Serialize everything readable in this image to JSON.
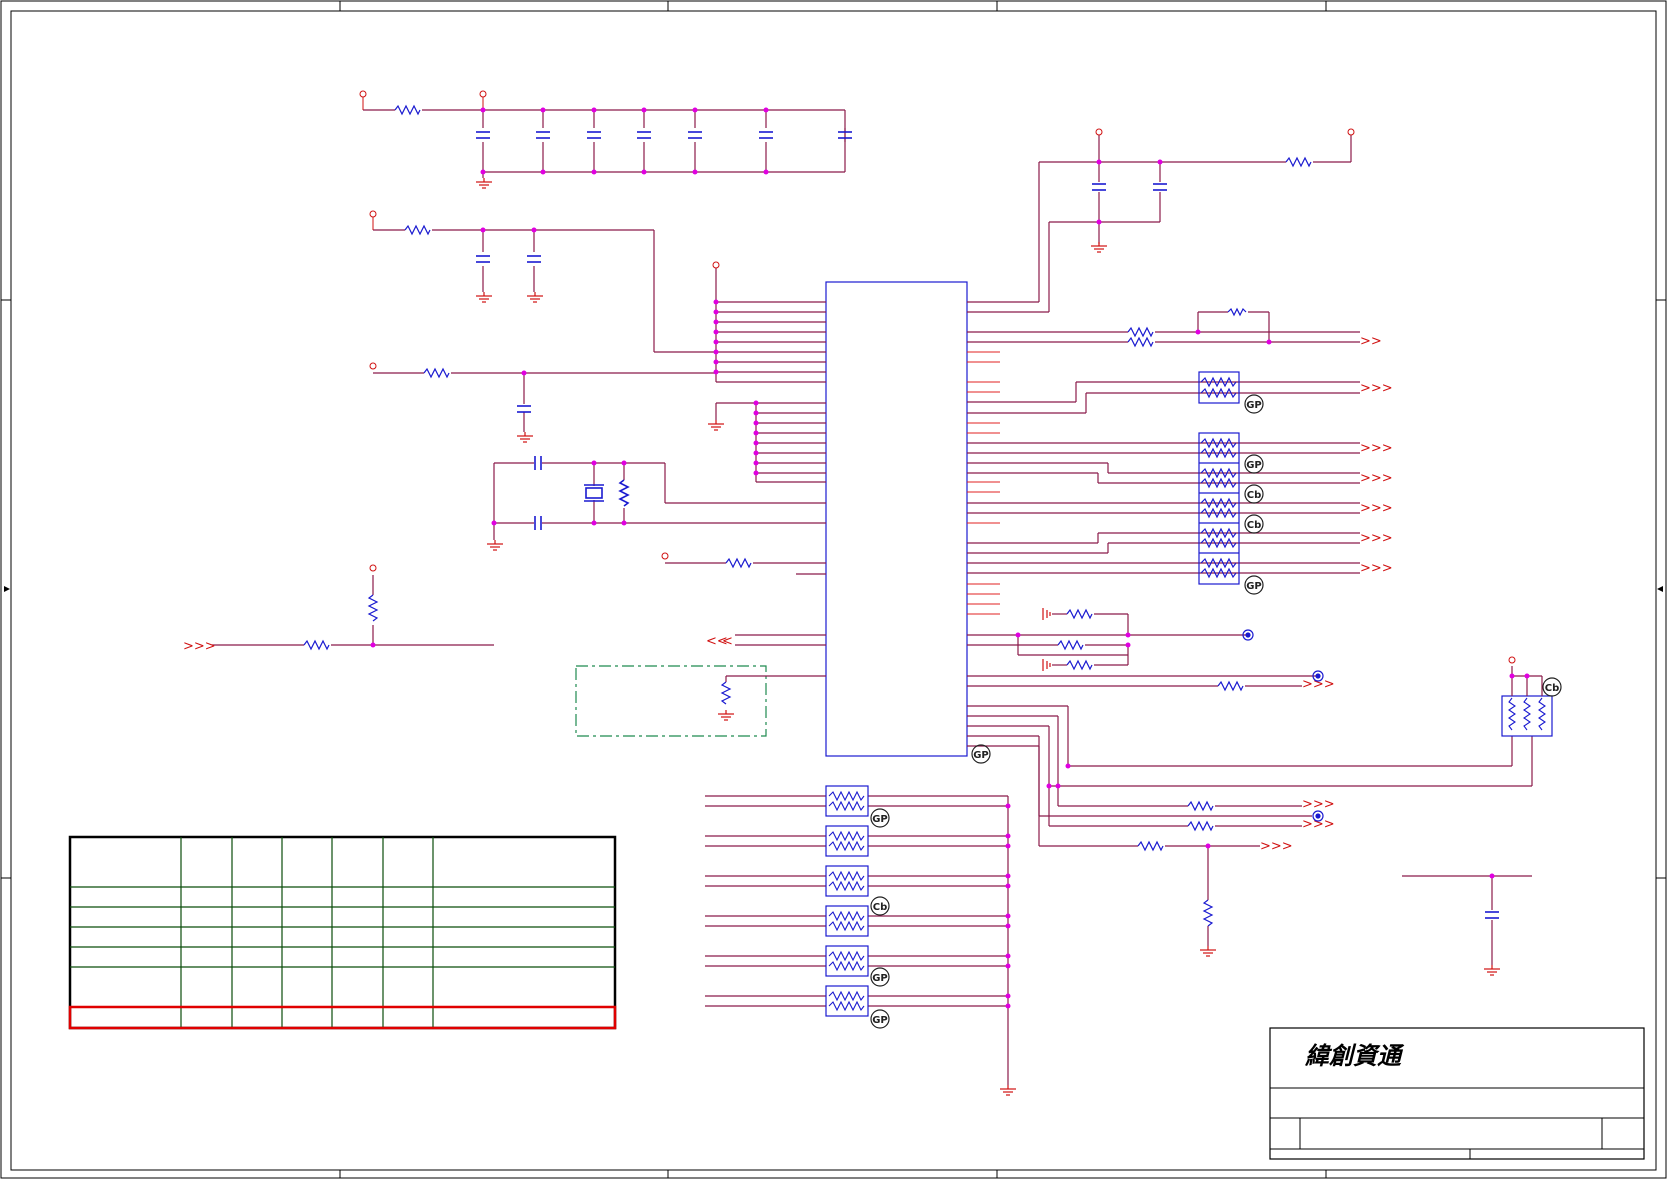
{
  "title_block": {
    "company": "緯創資通"
  },
  "badge_labels": {
    "gp": "GP",
    "cb": "Cb"
  },
  "colors": {
    "wire": "#8b1a4a",
    "pin": "#e02020",
    "component": "#1a1ad0",
    "junction": "#e000e0",
    "power": "#d01010",
    "ground": "#d01010",
    "table_grid": "#0b4d0b",
    "table_highlight": "#e00000",
    "dashed_box": "#1f8a4f",
    "frame": "#000000"
  }
}
